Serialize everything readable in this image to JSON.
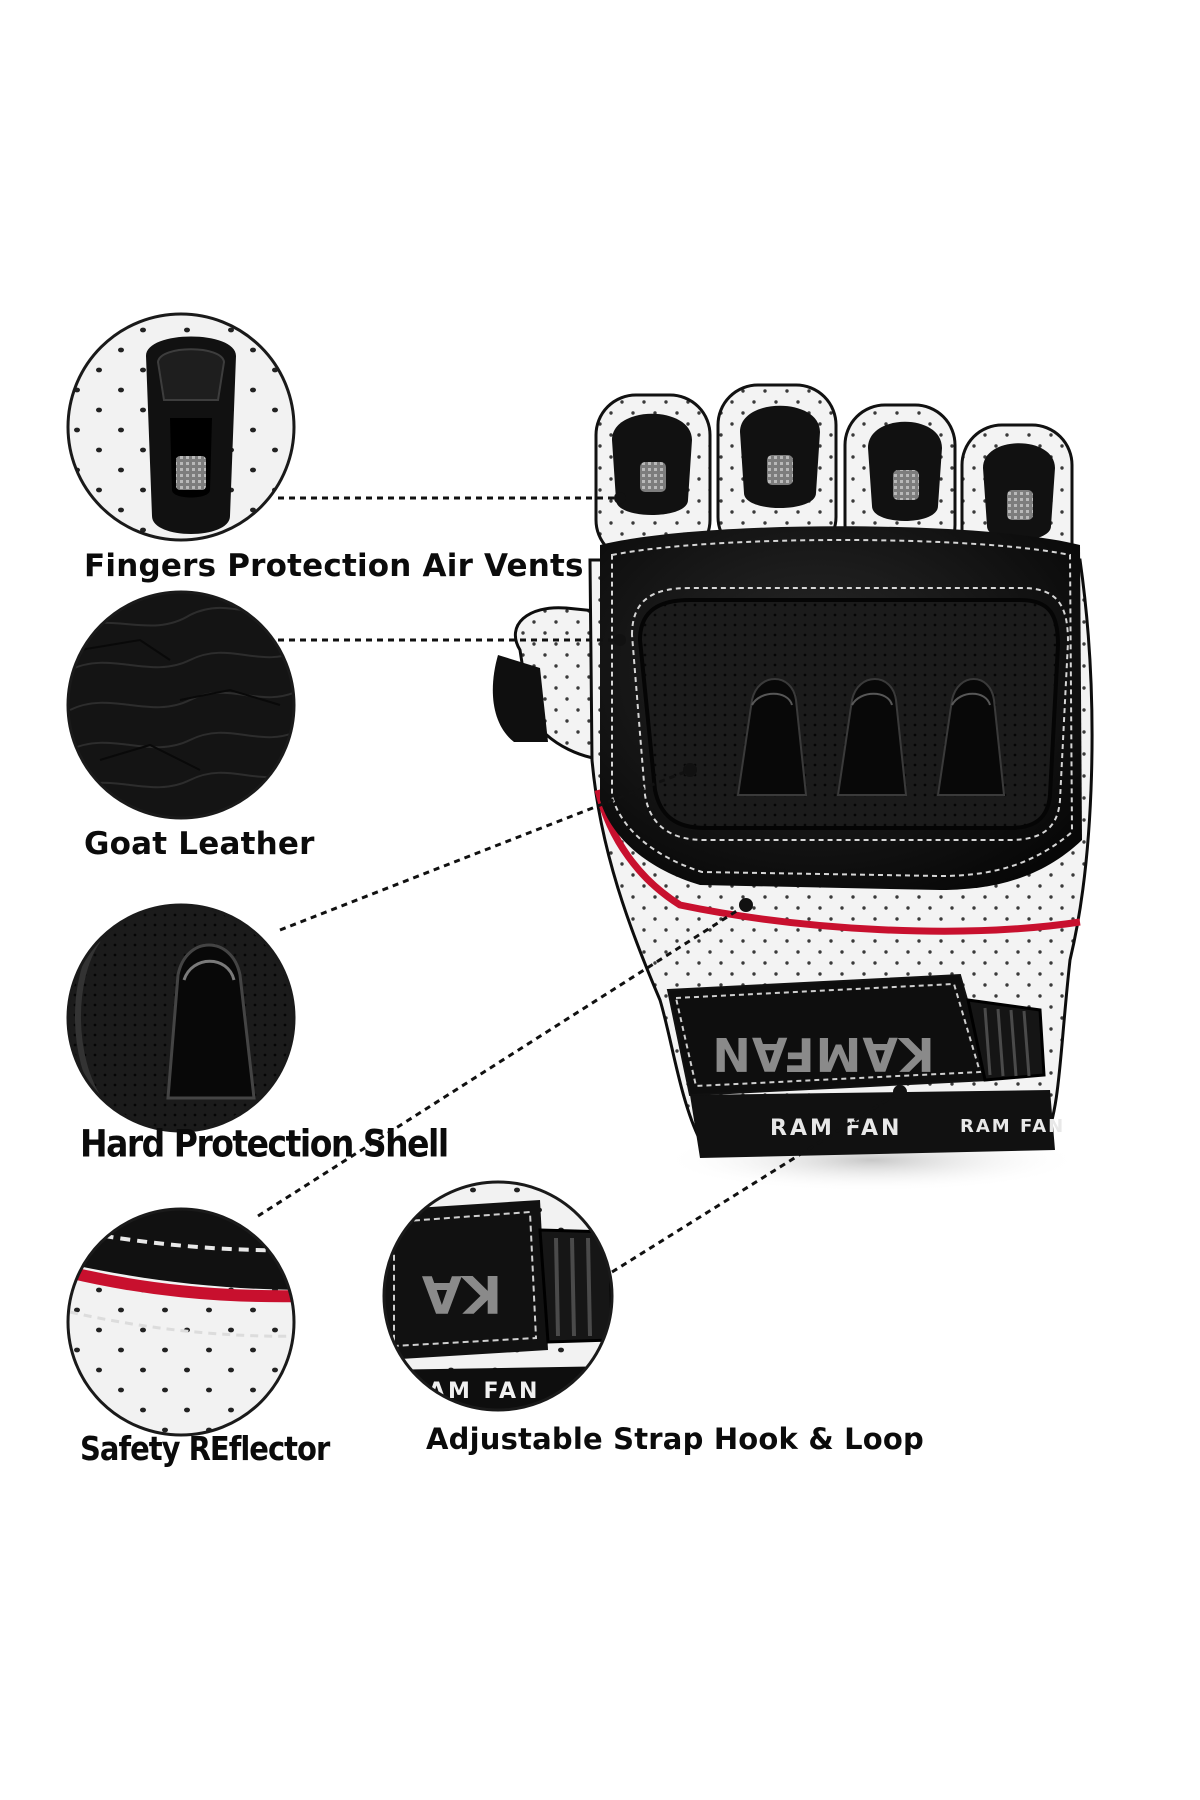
{
  "features": {
    "fingers": "Fingers Protection Air Vents",
    "goat": "Goat Leather",
    "shell": "Hard Protection Shell",
    "reflector": "Safety REflector",
    "strap": "Adjustable Strap Hook & Loop"
  },
  "brand": {
    "strap_logo": "KAMFAN",
    "cuff_text": "RAM FAN",
    "cuff_word_1": "RAM",
    "cuff_word_2": "FAN",
    "zoom_logo": "KA",
    "zoom_cuff": "RAM FAN"
  },
  "colors": {
    "leather": "#121212",
    "perforated_white": "#f2f2f2",
    "reflector_red": "#c8102e",
    "logo_grey": "#8a8a8a"
  }
}
